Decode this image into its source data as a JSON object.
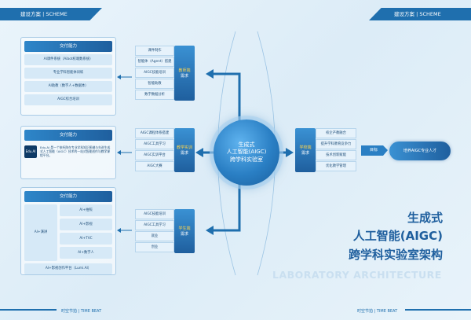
{
  "header": {
    "left": "建设方案 | SCHEME",
    "right": "建设方案 | SCHEME"
  },
  "footer": {
    "left": "时空节拍 | TIME BEAT",
    "right": "时空节拍 | TIME BEAT"
  },
  "center": {
    "line1": "生成式",
    "line2": "人工智能(AIGC)",
    "line3": "跨学科实验室"
  },
  "panel_top": {
    "head": "交付能力",
    "items": [
      "AI课件系统（Aibot校端数系统）",
      "专业学科智能体训练",
      "AI助教（数字人+数据体）",
      "AIGC综合培训"
    ]
  },
  "panel_mid": {
    "head": "交付能力",
    "logo": "Edu.AI",
    "desc": "Edu.AI 是一个依托陈在专业学科知识图谱与先进生成式人工智能（AIGC）技术的一站式智能创作与教学课程平台。"
  },
  "panel_bottom": {
    "head": "交付能力",
    "left_cell": "AI+演讲",
    "right_cells": [
      "AI+拍照",
      "AI+影视",
      "AI+TVC",
      "AI+数字人"
    ],
    "footer": "AI+影视创作平台（Lumi.AI）"
  },
  "teacher": {
    "items": [
      "课件制作",
      "智能体（Agent）搭建",
      "AIGC技能培训",
      "智能助教",
      "数字数据分析"
    ],
    "tag": "教师端",
    "label": "需求"
  },
  "edu": {
    "items": [
      "AIGC课程体系搭建",
      "AIGC工具学习",
      "AIGC实训平台",
      "AIGC大赛"
    ],
    "tag": "教学实训",
    "label": "需求"
  },
  "student": {
    "items": [
      "AIGC技能培训",
      "AIGC工具学习",
      "就业",
      "创业"
    ],
    "tag": "学生端",
    "label": "需求"
  },
  "school": {
    "items": [
      "校企产教融合",
      "提升学科教育竞争力",
      "技术创新赋能",
      "优化教学管理"
    ],
    "tag": "学校端",
    "label": "需求"
  },
  "goal": {
    "tag": "目标",
    "result": "培养AIGC专业人才"
  },
  "title": {
    "line1": "生成式",
    "line2": "人工智能(AIGC)",
    "line3": "跨学科实验室架构",
    "subtitle": "LABORATORY ARCHITECTURE"
  }
}
